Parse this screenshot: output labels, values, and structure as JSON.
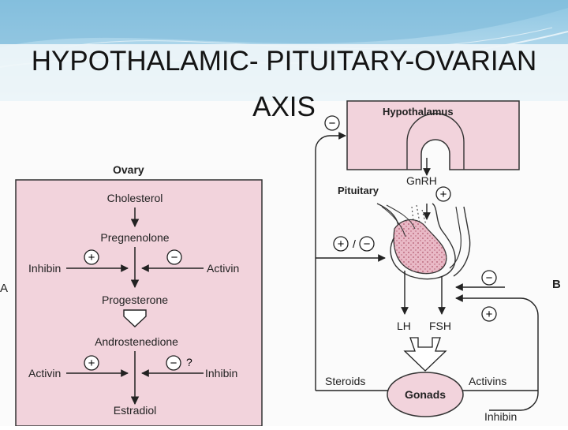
{
  "slide": {
    "title_line1": "HYPOTHALAMIC- PITUITARY-OVARIAN",
    "title_line2": "AXIS"
  },
  "ovary_panel": {
    "heading": "Ovary",
    "cholesterol": "Cholesterol",
    "pregnenolone": "Pregnenolone",
    "progesterone": "Progesterone",
    "androstenedione": "Androstenedione",
    "estradiol": "Estradiol",
    "inhibin_top": "Inhibin",
    "activin_top": "Activin",
    "activin_bottom": "Activin",
    "inhibin_bottom": "Inhibin",
    "question_mark": "?",
    "side_letter": "A"
  },
  "axis_panel": {
    "hypothalamus": "Hypothalamus",
    "gnrh": "GnRH",
    "pituitary": "Pituitary",
    "lh": "LH",
    "fsh": "FSH",
    "gonads": "Gonads",
    "steroids": "Steroids",
    "activins": "Activins",
    "inhibin": "Inhibin",
    "side_letter": "B"
  },
  "symbols": {
    "plus": "+",
    "minus": "−",
    "slash": "/"
  },
  "colors": {
    "panel_pink": "#f2d3dc",
    "pituitary_fill": "#e9b9c6",
    "pituitary_dots": "#b0566d",
    "line": "#222222",
    "sky": "#9fd0e8",
    "title_band": "#eaf2f6"
  }
}
